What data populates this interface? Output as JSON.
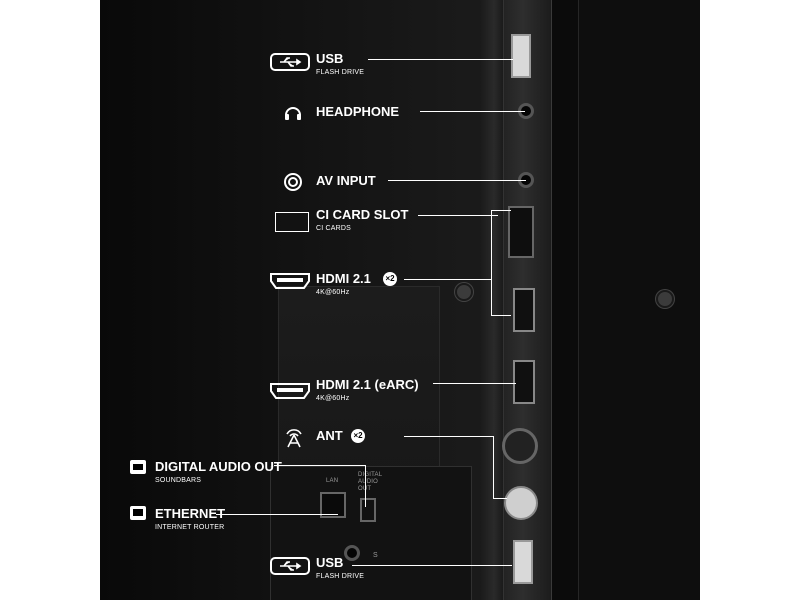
{
  "callouts": {
    "usb_top": {
      "label": "USB",
      "sub": "FLASH DRIVE",
      "icon": "usb-icon"
    },
    "headphone": {
      "label": "HEADPHONE",
      "icon": "headphone-icon"
    },
    "av_input": {
      "label": "AV INPUT",
      "icon": "av-input-icon"
    },
    "ci_card": {
      "label": "CI CARD SLOT",
      "sub": "CI CARDS",
      "icon": "ci-card-icon"
    },
    "hdmi": {
      "label": "HDMI 2.1",
      "sub": "4K@60Hz",
      "badge": "×2",
      "icon": "hdmi-icon"
    },
    "hdmi_earc": {
      "label": "HDMI 2.1 (eARC)",
      "sub": "4K@60Hz",
      "icon": "hdmi-icon"
    },
    "ant": {
      "label": "ANT",
      "badge": "×2",
      "icon": "antenna-icon"
    },
    "digital_audio": {
      "label": "DIGITAL AUDIO OUT",
      "sub": "SOUNDBARS",
      "icon": "optical-icon"
    },
    "ethernet": {
      "label": "ETHERNET",
      "sub": "INTERNET ROUTER",
      "icon": "ethernet-icon"
    },
    "usb_bottom": {
      "label": "USB",
      "sub": "FLASH DRIVE",
      "icon": "usb-icon"
    }
  },
  "panel_text": {
    "lan": "LAN",
    "digital_audio_out": "DIGITAL AUDIO OUT",
    "usb_s": "S"
  }
}
